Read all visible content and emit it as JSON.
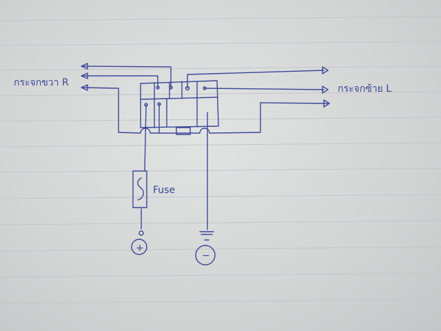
{
  "diagram": {
    "labels": {
      "mirror_right": "กระจกขวา R",
      "mirror_left": "กระจกซ้าย L",
      "fuse": "Fuse",
      "positive": "+",
      "negative": "−"
    },
    "ink_color": "#3b4796",
    "paper_color": "#d6d8d8"
  }
}
